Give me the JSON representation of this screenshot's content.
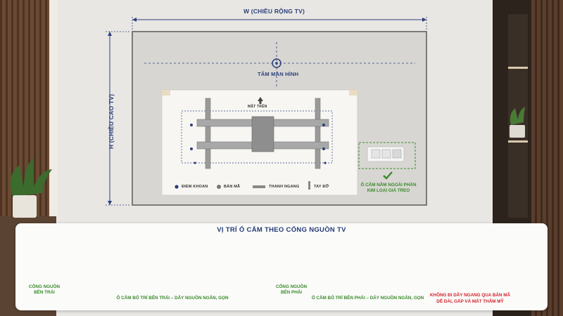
{
  "diagram": {
    "width_label": "W (CHIỀU RỘNG TV)",
    "height_label": "H (CHIỀU CAO TV)",
    "center_label": "TÂM MÀN HÌNH",
    "top_label": "MẶT TRÊN",
    "outlet_note": "Ổ CẮM NẰM NGOÀI PHẦN KIM LOẠI GIÁ TREO",
    "legend": [
      {
        "icon": "drill-point-icon",
        "label": "ĐIỂM KHOAN"
      },
      {
        "icon": "plate-icon",
        "label": "BẢN MÃ"
      },
      {
        "icon": "bar-icon",
        "label": "THANH NGANG"
      },
      {
        "icon": "arm-icon",
        "label": "TAY ĐỠ"
      }
    ]
  },
  "panel": {
    "title": "VỊ TRÍ Ổ CẮM THEO CỔNG NGUỒN TV",
    "left_port": "CỔNG NGUỒN BÊN TRÁI",
    "left_caption": "Ổ CẮM BỐ TRÍ BÊN TRÁI – DÂY NGUỒN NGẮN, GỌN",
    "right_port": "CỔNG NGUỒN BÊN PHẢI",
    "right_caption": "Ổ CẮM BỐ TRÍ BÊN PHẢI – DÂY NGUỒN NGẮN, GỌN",
    "bad_caption_1": "KHÔNG ĐI DÂY NGANG QUA BẢN MÃ",
    "bad_caption_2": "DỄ DÀI, GẤP VÀ MẤT THẨM MỸ"
  },
  "colors": {
    "accent": "#2a3f7a",
    "ok": "#3a8a2a",
    "bad": "#d2232a"
  }
}
